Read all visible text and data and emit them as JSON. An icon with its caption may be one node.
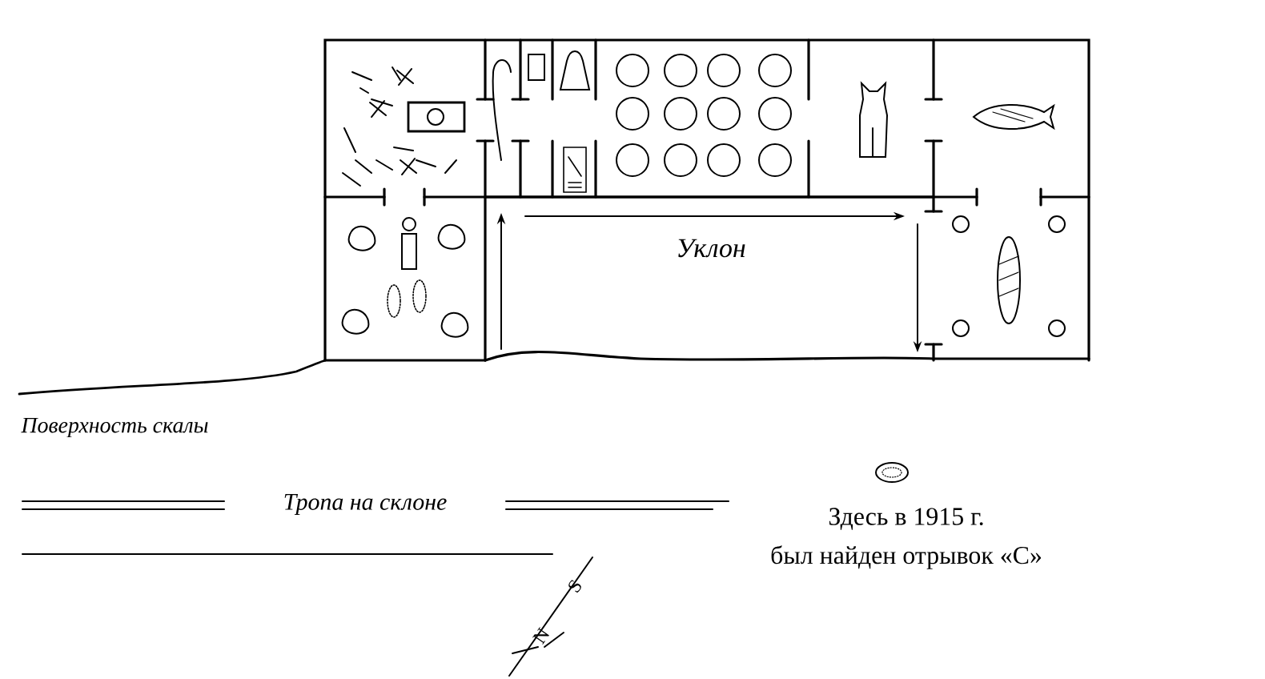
{
  "diagram": {
    "labels": [
      "Уклон",
      "Поверхность скалы",
      "Тропа на склоне",
      "Здесь в 1915 г.",
      "был найден отрывок «С»",
      "S",
      "N"
    ]
  }
}
